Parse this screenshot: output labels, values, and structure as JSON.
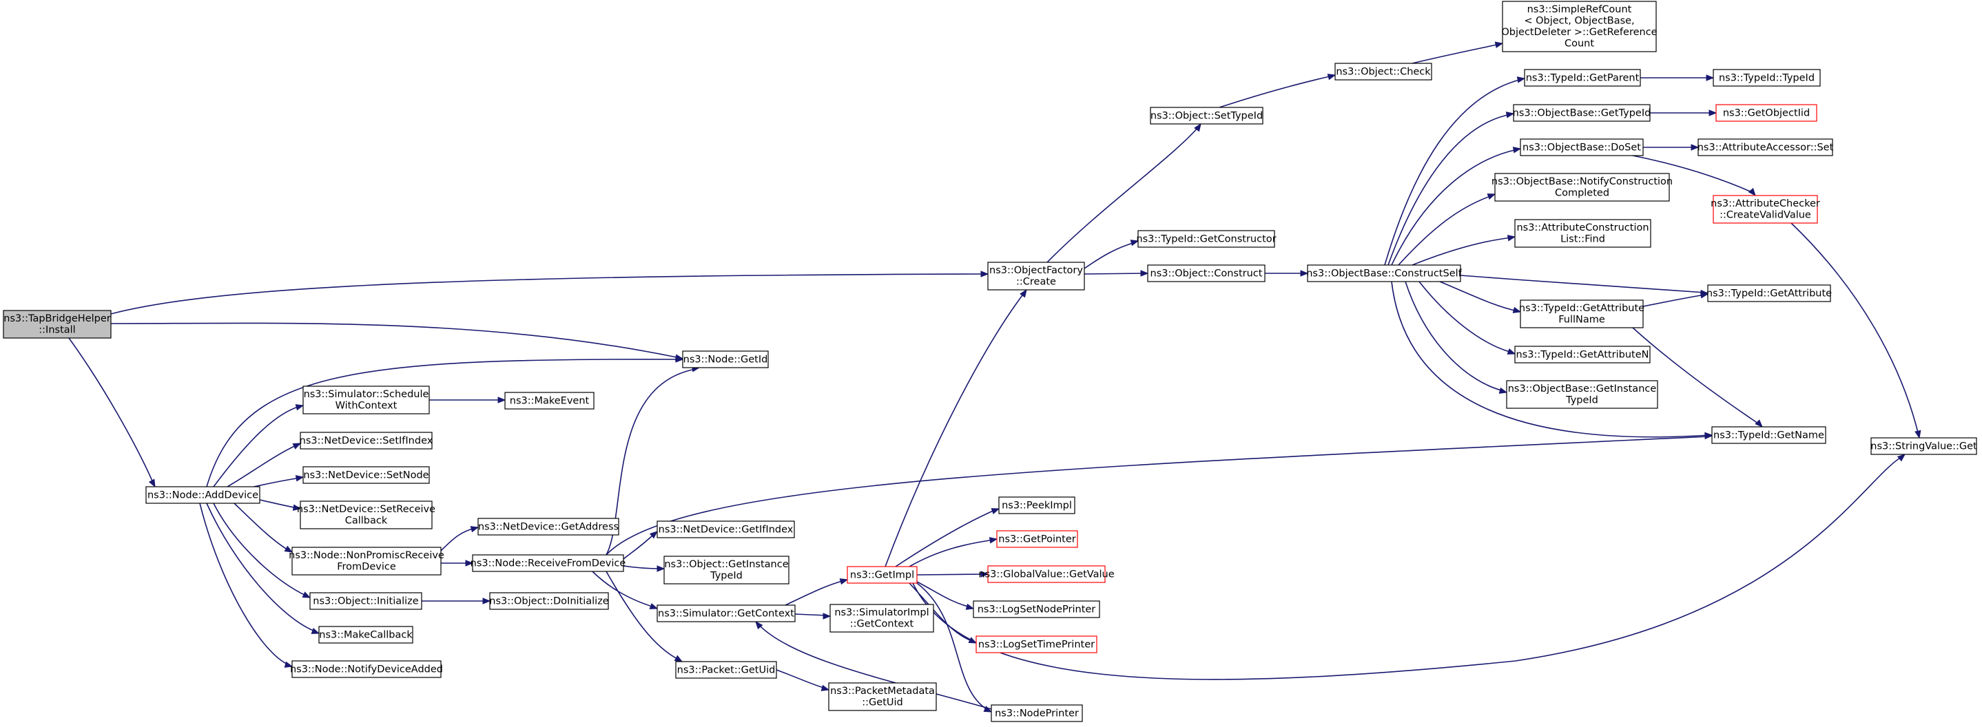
{
  "colors": {
    "edge": "#191970",
    "node_border": "#000000",
    "truncated_border": "#ff0000",
    "root_fill": "#bfbfbf",
    "node_fill": "#ffffff"
  },
  "nodes": [
    {
      "id": "tapinstall",
      "lines": [
        "ns3::TapBridgeHelper",
        "::Install"
      ],
      "root": true
    },
    {
      "id": "getid",
      "lines": [
        "ns3::Node::GetId"
      ]
    },
    {
      "id": "adddevice",
      "lines": [
        "ns3::Node::AddDevice"
      ]
    },
    {
      "id": "schedctx",
      "lines": [
        "ns3::Simulator::Schedule",
        "WithContext"
      ]
    },
    {
      "id": "makeevent",
      "lines": [
        "ns3::MakeEvent"
      ]
    },
    {
      "id": "setifindex",
      "lines": [
        "ns3::NetDevice::SetIfIndex"
      ]
    },
    {
      "id": "setnode",
      "lines": [
        "ns3::NetDevice::SetNode"
      ]
    },
    {
      "id": "setrecvcb",
      "lines": [
        "ns3::NetDevice::SetReceive",
        "Callback"
      ]
    },
    {
      "id": "nonpromisc",
      "lines": [
        "ns3::Node::NonPromiscReceive",
        "FromDevice"
      ]
    },
    {
      "id": "getaddress",
      "lines": [
        "ns3::NetDevice::GetAddress"
      ]
    },
    {
      "id": "recvfromdev",
      "lines": [
        "ns3::Node::ReceiveFromDevice"
      ]
    },
    {
      "id": "getifindex",
      "lines": [
        "ns3::NetDevice::GetIfIndex"
      ]
    },
    {
      "id": "getinsttid",
      "lines": [
        "ns3::Object::GetInstance",
        "TypeId"
      ]
    },
    {
      "id": "objinit",
      "lines": [
        "ns3::Object::Initialize"
      ]
    },
    {
      "id": "doinit",
      "lines": [
        "ns3::Object::DoInitialize"
      ]
    },
    {
      "id": "makecb",
      "lines": [
        "ns3::MakeCallback"
      ]
    },
    {
      "id": "notifyadded",
      "lines": [
        "ns3::Node::NotifyDeviceAdded"
      ]
    },
    {
      "id": "simgetctx",
      "lines": [
        "ns3::Simulator::GetContext"
      ]
    },
    {
      "id": "pktgetuid",
      "lines": [
        "ns3::Packet::GetUid"
      ]
    },
    {
      "id": "getimpl",
      "lines": [
        "ns3::GetImpl"
      ],
      "truncated": true
    },
    {
      "id": "simimplctx",
      "lines": [
        "ns3::SimulatorImpl",
        "::GetContext"
      ]
    },
    {
      "id": "pktmetauid",
      "lines": [
        "ns3::PacketMetadata",
        "::GetUid"
      ]
    },
    {
      "id": "nodeprinter",
      "lines": [
        "ns3::NodePrinter"
      ]
    },
    {
      "id": "peekimpl",
      "lines": [
        "ns3::PeekImpl"
      ]
    },
    {
      "id": "getpointer",
      "lines": [
        "ns3::GetPointer"
      ],
      "truncated": true
    },
    {
      "id": "gvgetvalue",
      "lines": [
        "ns3::GlobalValue::GetValue"
      ],
      "truncated": true
    },
    {
      "id": "logsetnode",
      "lines": [
        "ns3::LogSetNodePrinter"
      ]
    },
    {
      "id": "logsettime",
      "lines": [
        "ns3::LogSetTimePrinter"
      ],
      "truncated": true
    },
    {
      "id": "objfactcreate",
      "lines": [
        "ns3::ObjectFactory",
        "::Create"
      ]
    },
    {
      "id": "setttypeid",
      "lines": [
        "ns3::Object::SetTypeId"
      ]
    },
    {
      "id": "objcheck",
      "lines": [
        "ns3::Object::Check"
      ]
    },
    {
      "id": "refcount",
      "lines": [
        "ns3::SimpleRefCount",
        "< Object, ObjectBase,",
        " ObjectDeleter >::GetReference",
        "Count"
      ]
    },
    {
      "id": "getconstructor",
      "lines": [
        "ns3::TypeId::GetConstructor"
      ]
    },
    {
      "id": "objconstruct",
      "lines": [
        "ns3::Object::Construct"
      ]
    },
    {
      "id": "constructself",
      "lines": [
        "ns3::ObjectBase::ConstructSelf"
      ]
    },
    {
      "id": "getparent",
      "lines": [
        "ns3::TypeId::GetParent"
      ]
    },
    {
      "id": "tidtypeid",
      "lines": [
        "ns3::TypeId::TypeId"
      ]
    },
    {
      "id": "obgettid",
      "lines": [
        "ns3::ObjectBase::GetTypeId"
      ]
    },
    {
      "id": "getobjectiid",
      "lines": [
        "ns3::GetObjectIid"
      ],
      "truncated": true
    },
    {
      "id": "doset",
      "lines": [
        "ns3::ObjectBase::DoSet"
      ]
    },
    {
      "id": "accessorset",
      "lines": [
        "ns3::AttributeAccessor::Set"
      ]
    },
    {
      "id": "notifyconst",
      "lines": [
        "ns3::ObjectBase::NotifyConstruction",
        "Completed"
      ]
    },
    {
      "id": "checkervalid",
      "lines": [
        "ns3::AttributeChecker",
        "::CreateValidValue"
      ],
      "truncated": true
    },
    {
      "id": "attrfind",
      "lines": [
        "ns3::AttributeConstruction",
        "List::Find"
      ]
    },
    {
      "id": "getattribute",
      "lines": [
        "ns3::TypeId::GetAttribute"
      ]
    },
    {
      "id": "getattrfull",
      "lines": [
        "ns3::TypeId::GetAttribute",
        "FullName"
      ]
    },
    {
      "id": "getattrn",
      "lines": [
        "ns3::TypeId::GetAttributeN"
      ]
    },
    {
      "id": "obgetinsttid",
      "lines": [
        "ns3::ObjectBase::GetInstance",
        "TypeId"
      ]
    },
    {
      "id": "getname",
      "lines": [
        "ns3::TypeId::GetName"
      ]
    },
    {
      "id": "strvalget",
      "lines": [
        "ns3::StringValue::Get"
      ]
    }
  ]
}
